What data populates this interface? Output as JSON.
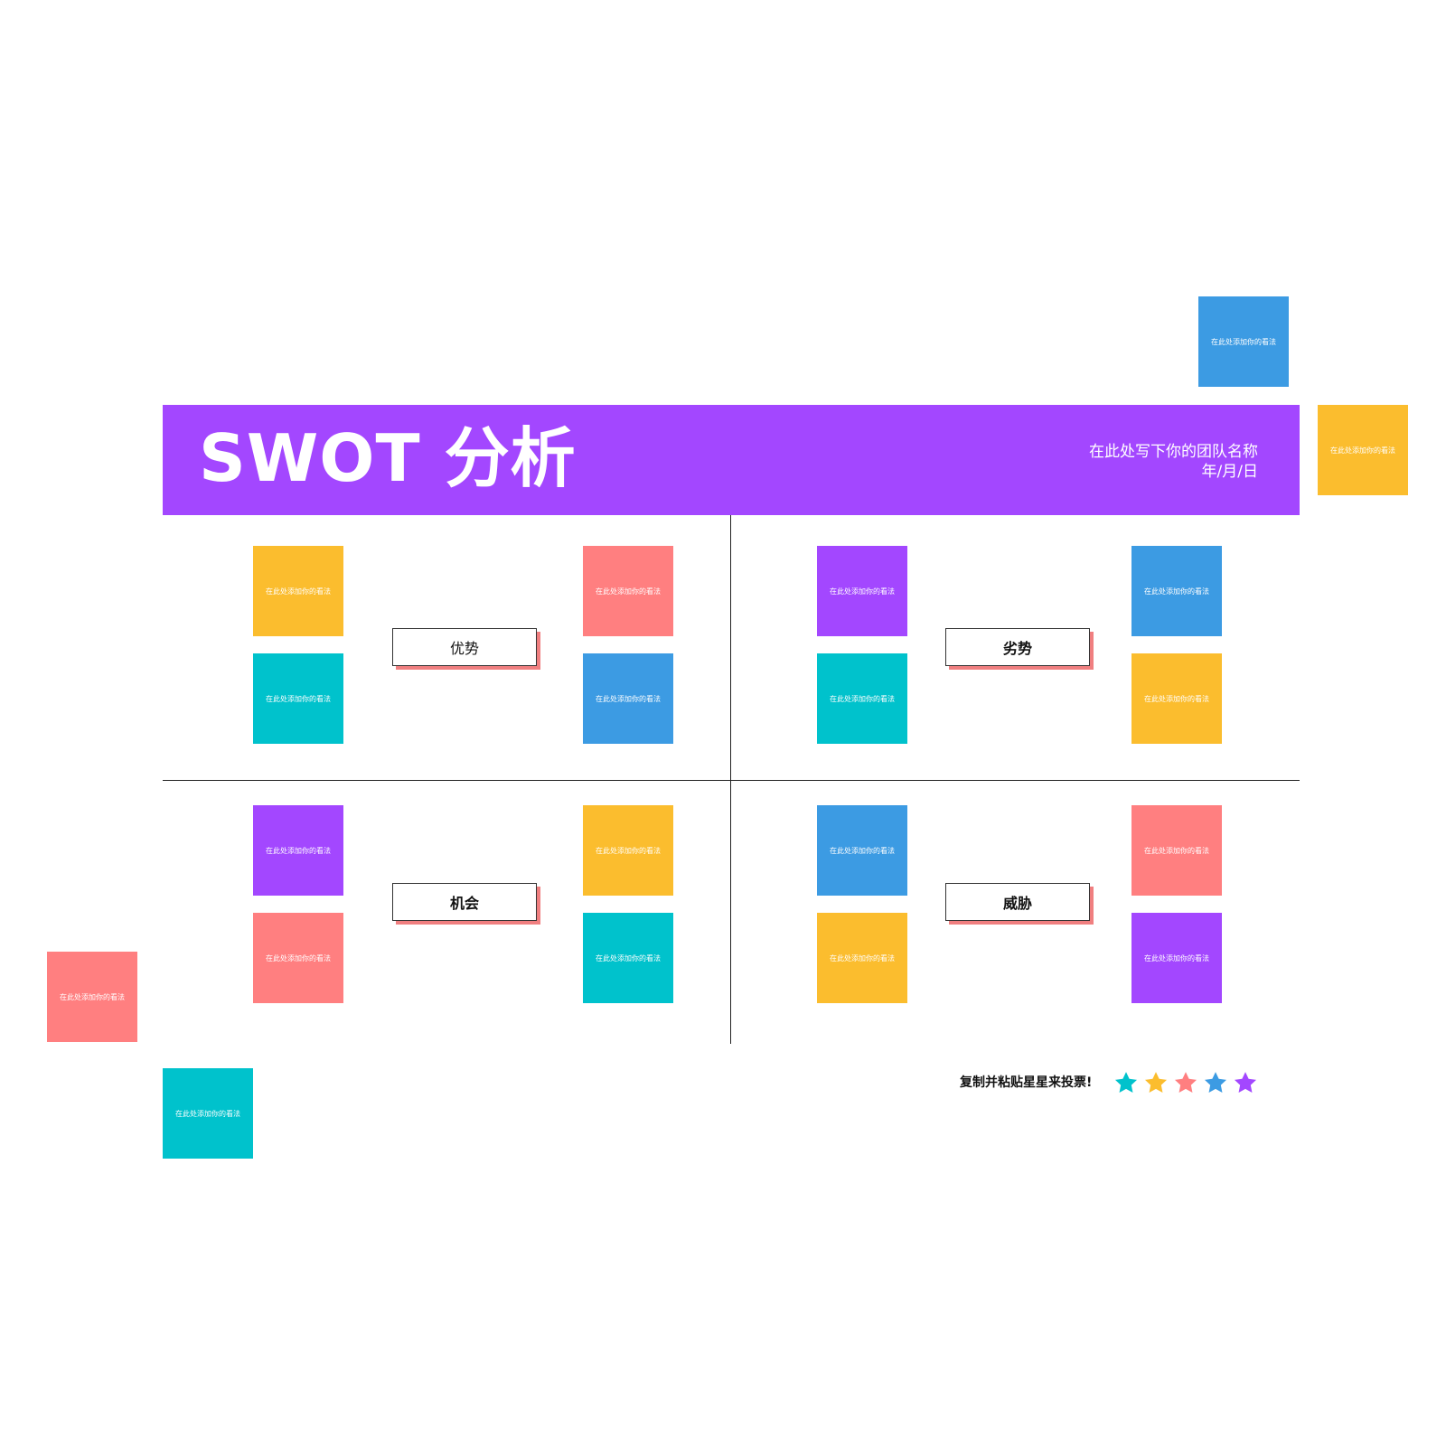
{
  "colors": {
    "purple": "#a347ff",
    "yellow": "#fbbd2e",
    "coral": "#ff7f80",
    "teal": "#00c2cc",
    "blue": "#3c9be3",
    "label_shadow": "#f07f80"
  },
  "header": {
    "title": "SWOT 分析",
    "team": "在此处写下你的团队名称",
    "date": "年/月/日"
  },
  "note_text": "在此处添加你的看法",
  "quadrants": {
    "strengths": {
      "label": "优势",
      "notes": [
        "在此处添加你的看法",
        "在此处添加你的看法",
        "在此处添加你的看法",
        "在此处添加你的看法"
      ]
    },
    "weaknesses": {
      "label": "劣势",
      "notes": [
        "在此处添加你的看法",
        "在此处添加你的看法",
        "在此处添加你的看法",
        "在此处添加你的看法"
      ]
    },
    "opportunities": {
      "label": "机会",
      "notes": [
        "在此处添加你的看法",
        "在此处添加你的看法",
        "在此处添加你的看法",
        "在此处添加你的看法"
      ]
    },
    "threats": {
      "label": "威胁",
      "notes": [
        "在此处添加你的看法",
        "在此处添加你的看法",
        "在此处添加你的看法",
        "在此处添加你的看法"
      ]
    }
  },
  "extra_notes": [
    "在此处添加你的看法",
    "在此处添加你的看法",
    "在此处添加你的看法",
    "在此处添加你的看法"
  ],
  "vote": {
    "text": "复制并粘贴星星来投票!",
    "stars": [
      "star-icon",
      "star-icon",
      "star-icon",
      "star-icon",
      "star-icon"
    ]
  }
}
